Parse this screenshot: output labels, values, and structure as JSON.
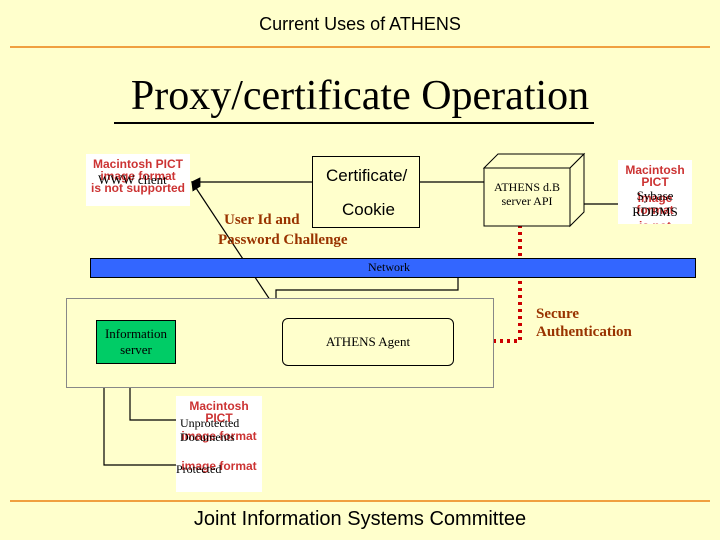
{
  "header": {
    "title": "Current Uses of ATHENS"
  },
  "slide": {
    "title": "Proxy/certificate Operation"
  },
  "placeholders": {
    "line1": "Macintosh PICT",
    "line2": "image format",
    "line3": "is not supported"
  },
  "nodes": {
    "www_client": "WWW client",
    "certificate": "Certificate/",
    "cookie": "Cookie",
    "challenge_line1": "User Id and",
    "challenge_line2": "Password Challenge",
    "athens_server": "ATHENS d.B server API",
    "sybase": "Sybase RDBMS",
    "network": "Network",
    "information_server": "Information server",
    "athens_agent": "ATHENS Agent",
    "secure_auth_line1": "Secure",
    "secure_auth_line2": "Authentication",
    "unprotected_line1": "Unprotected",
    "unprotected_line2": "Documents",
    "protected": "Protected"
  },
  "colors": {
    "background": "#ffffcc",
    "accent_rule": "#f0a040",
    "network": "#3366ff",
    "agent_box": "#00cc66",
    "highlight_text": "#993300",
    "secure_link": "#cc0000",
    "placeholder_text": "#cc3333"
  },
  "footer": {
    "text": "Joint Information Systems Committee"
  }
}
